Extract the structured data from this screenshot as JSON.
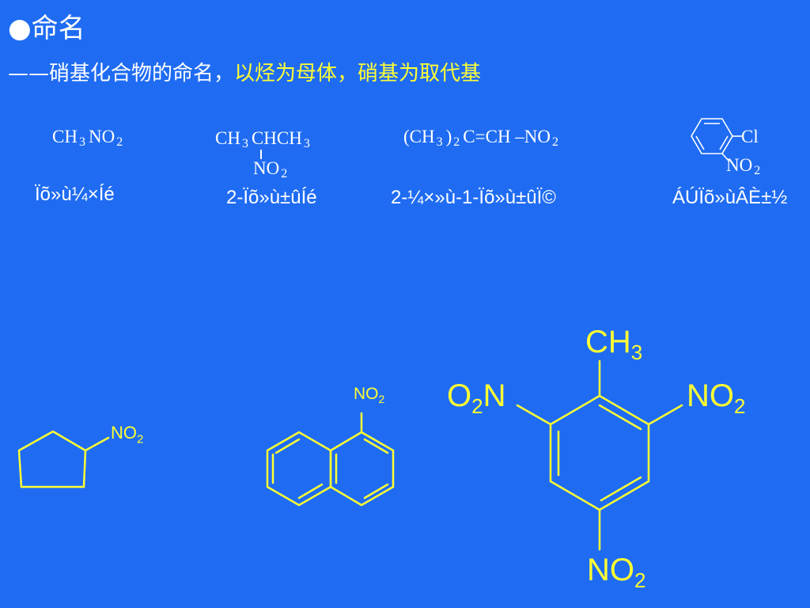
{
  "heading": {
    "bullet": "●",
    "title": "命名"
  },
  "subtitle": {
    "dash": "——",
    "part1": "硝基化合物的命名，",
    "part2": "以烃为母体，",
    "part3": "硝基为取代基"
  },
  "compounds": [
    {
      "formula_a": "CH",
      "sub_a": "3",
      "formula_b": "NO",
      "sub_b": "2",
      "name": "Ïõ»ù¼×Íé"
    },
    {
      "formula_a": "CH",
      "sub_a": "3",
      "formula_b": "CHCH",
      "sub_b": "3",
      "branch": "NO",
      "branch_sub": "2",
      "name": "2-Ïõ»ù±ûÍé"
    },
    {
      "formula_a": "(CH",
      "sub_a": "3",
      "formula_b": ")",
      "sub_b": "2",
      "formula_c": "C=CH –NO",
      "sub_c": "2",
      "name": "2-¼×»ù-1-Ïõ»ù±ûÏ©"
    },
    {
      "substituent_1": "Cl",
      "substituent_2": "NO",
      "substituent_2_sub": "2",
      "name": "ÁÚÏõ»ùÂÈ±½"
    }
  ],
  "structures": {
    "cyclopentane": {
      "group": "NO",
      "group_sub": "2"
    },
    "naphthalene": {
      "group": "NO",
      "group_sub": "2"
    },
    "tnt": {
      "top": "CH",
      "top_sub": "3",
      "left_a": "O",
      "left_sub": "2",
      "left_b": "N",
      "right": "NO",
      "right_sub": "2",
      "bottom": "NO",
      "bottom_sub": "2"
    }
  },
  "colors": {
    "background": "#1f6cf3",
    "accent": "#ffff33",
    "text": "#ffffff"
  }
}
